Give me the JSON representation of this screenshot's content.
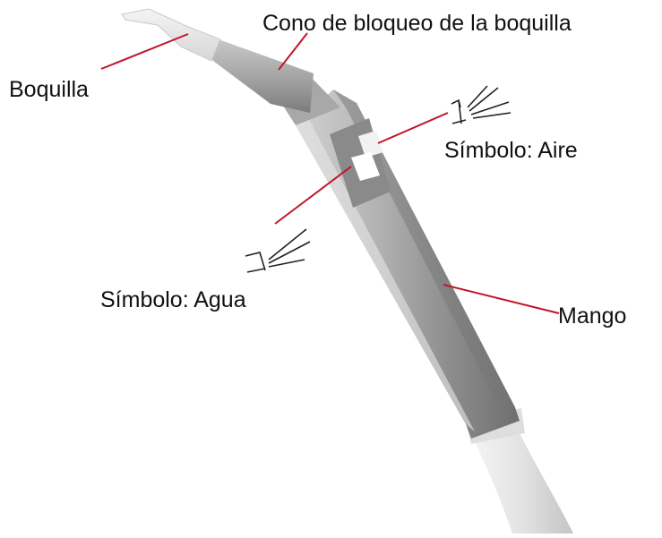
{
  "labels": {
    "cone": "Cono de bloqueo de la boquilla",
    "tip": "Boquilla",
    "air": "Símbolo: Aire",
    "water": "Símbolo: Agua",
    "handle": "Mango"
  },
  "colors": {
    "leader_line": "#c0162b",
    "text": "#111111",
    "metal": "#9a9a9a",
    "cable": "#e4e4e4"
  },
  "icons": {
    "air_symbol": "air-spray-icon",
    "water_symbol": "water-spray-icon"
  }
}
